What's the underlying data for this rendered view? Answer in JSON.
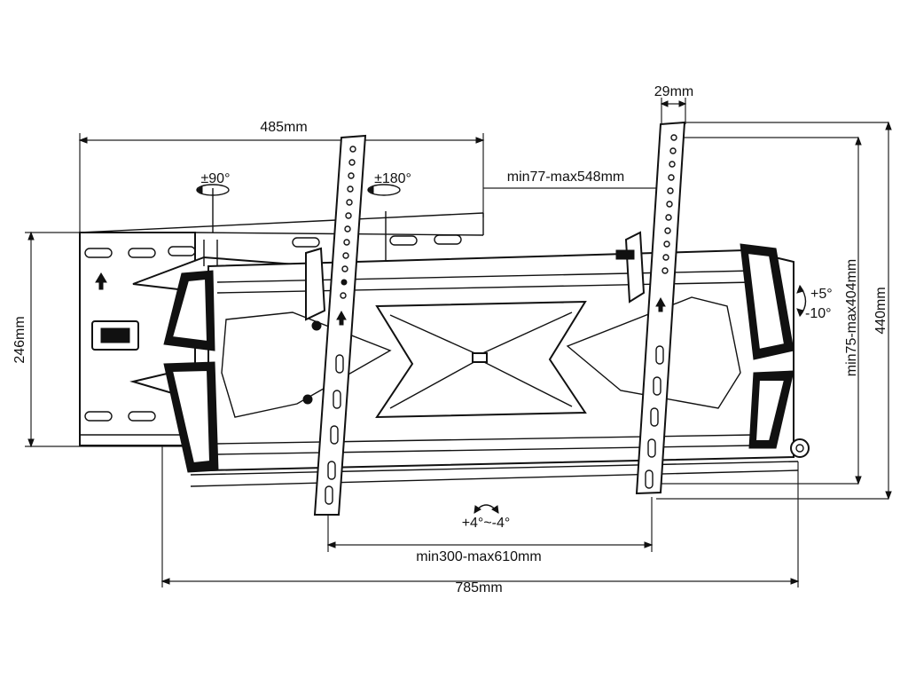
{
  "dimensions": {
    "width_top": "485mm",
    "height_left": "246mm",
    "bracket_gap": "29mm",
    "arm_extension": "min77-max548mm",
    "vesa_vertical": "min75-max404mm",
    "height_right": "440mm",
    "vesa_horizontal": "min300-max610mm",
    "total_width": "785mm"
  },
  "rotations": {
    "swivel": "±90°",
    "rotate": "±180°",
    "tilt_up": "+5°",
    "tilt_down": "-10°",
    "level": "+4°~-4°"
  },
  "colors": {
    "line": "#111111",
    "background": "#ffffff"
  }
}
